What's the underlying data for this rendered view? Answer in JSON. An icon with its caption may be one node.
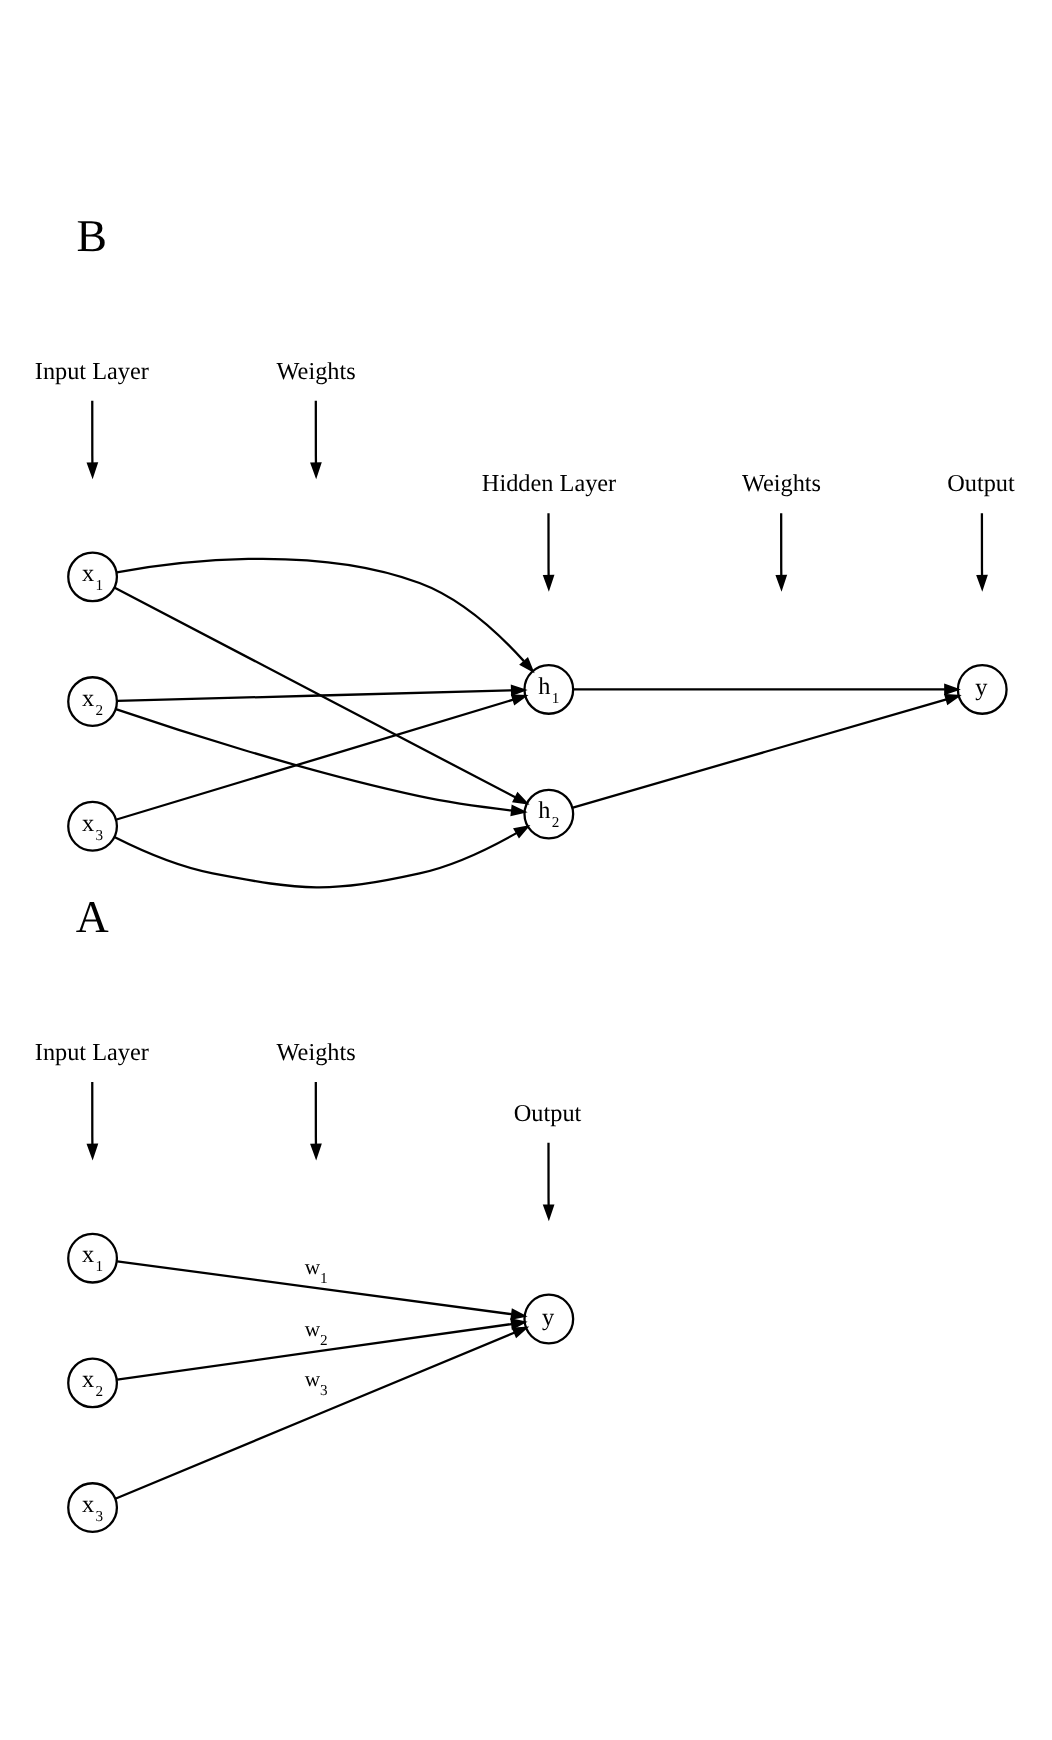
{
  "diagram": {
    "nodes": [
      {
        "text": [
          "Input Layer"
        ]
      },
      {
        "text": [
          "Weights"
        ]
      },
      {
        "text": [
          "Output"
        ]
      },
      {
        "text": [
          "x$_{1}$"
        ]
      },
      {
        "text": [
          "x$_{2}$"
        ]
      },
      {
        "text": [
          "x$_{3}$"
        ]
      },
      {
        "text": [
          "y"
        ]
      },
      {
        "text": [
          "Input Layer"
        ]
      },
      {
        "text": [
          "Weights"
        ]
      },
      {
        "text": [
          "Hidden Layer"
        ]
      },
      {
        "text": [
          "Weights"
        ]
      },
      {
        "text": [
          "Output"
        ]
      },
      {
        "text": [
          "x$_{1}$"
        ]
      },
      {
        "text": [
          "x$_{2}$"
        ]
      },
      {
        "text": [
          "x$_{3}$"
        ]
      },
      {
        "text": [
          "h$_{1}$"
        ]
      },
      {
        "text": [
          "h$_{2}$"
        ]
      },
      {
        "text": [
          "y"
        ]
      }
    ],
    "edges": [
      {
        "from": 0,
        "to": null,
        "arrow": "to"
      },
      {
        "from": 1,
        "to": null,
        "arrow": "to"
      },
      {
        "from": 2,
        "to": null,
        "arrow": "to"
      },
      {
        "from": 3,
        "to": 6,
        "arrow": "to",
        "label": "w$_{1}$"
      },
      {
        "from": 4,
        "to": 6,
        "arrow": "to",
        "label": "w$_{2}$"
      },
      {
        "from": 5,
        "to": 6,
        "arrow": "to",
        "label": "w$_{3}$"
      },
      {
        "from": 7,
        "to": null,
        "arrow": "to"
      },
      {
        "from": 8,
        "to": null,
        "arrow": "to"
      },
      {
        "from": 9,
        "to": null,
        "arrow": "to"
      },
      {
        "from": 10,
        "to": null,
        "arrow": "to"
      },
      {
        "from": 11,
        "to": null,
        "arrow": "to"
      },
      {
        "from": 12,
        "to": 15,
        "arrow": "to"
      },
      {
        "from": 12,
        "to": 16,
        "arrow": "to"
      },
      {
        "from": 13,
        "to": 15,
        "arrow": "to"
      },
      {
        "from": 13,
        "to": 16,
        "arrow": "to"
      },
      {
        "from": 14,
        "to": 15,
        "arrow": "to"
      },
      {
        "from": 14,
        "to": 16,
        "arrow": "to"
      },
      {
        "from": 15,
        "to": 17,
        "arrow": "to"
      },
      {
        "from": 16,
        "to": 17,
        "arrow": "to"
      }
    ],
    "labels": [
      "A",
      "B"
    ]
  }
}
